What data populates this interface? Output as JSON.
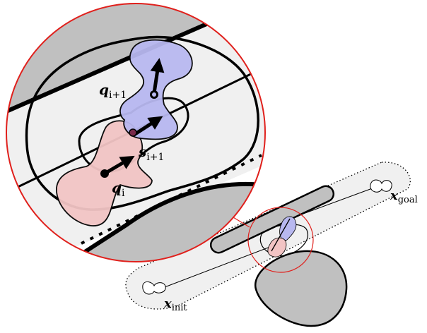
{
  "labels": {
    "q_i": {
      "main": "q",
      "sub": "i"
    },
    "q_next": {
      "main": "q",
      "sub": "i+1"
    },
    "s_next": {
      "main": "s",
      "sub": "i+1"
    },
    "x_goal": {
      "main": "x",
      "sub": "goal"
    },
    "x_init": {
      "main": "x",
      "sub": "init"
    }
  },
  "colors": {
    "magnifier_outline": "#e0201c",
    "corridor_fill": "#f0f0f0",
    "obstacle_fill": "#c0c0c0",
    "blue_region": "#b8b8f0",
    "red_region": "#f2c4c4",
    "stroke": "#000000"
  }
}
